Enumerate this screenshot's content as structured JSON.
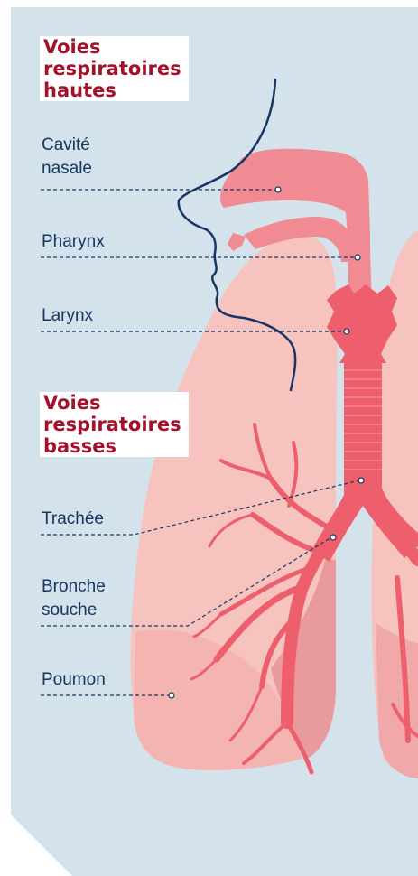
{
  "headings": {
    "upper": [
      "Voies",
      "respiratoires",
      "hautes"
    ],
    "lower": [
      "Voies",
      "respiratoires",
      "basses"
    ]
  },
  "labels": {
    "nasal_cavity": [
      "Cavité",
      "nasale"
    ],
    "pharynx": "Pharynx",
    "larynx": "Larynx",
    "trachea": "Trachée",
    "main_bronchus": [
      "Bronche",
      "souche"
    ],
    "lung": "Poumon"
  },
  "colors": {
    "background": "#d3e2eb",
    "heading_text": "#a3122a",
    "label_text": "#173562",
    "profile_line": "#173562",
    "airway": "#f08a93",
    "trachea": "#ee5f6e",
    "lung": "#f6c3bf"
  }
}
